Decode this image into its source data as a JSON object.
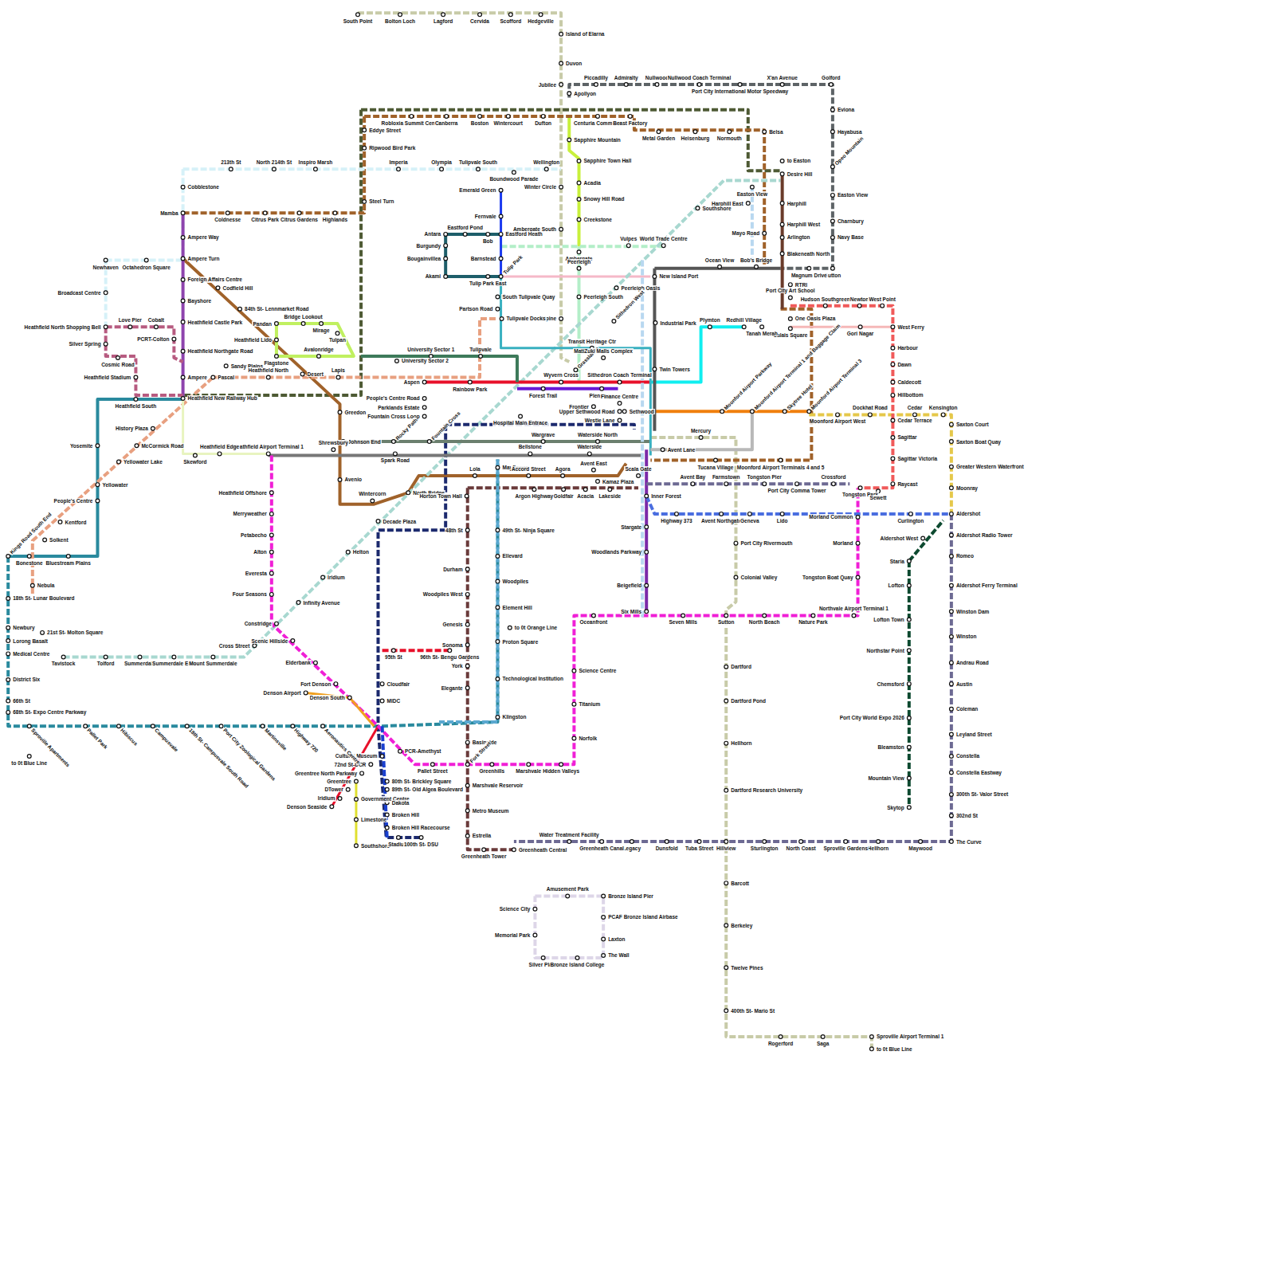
{
  "diagram": {
    "labels": [
      "South Point",
      "Bolton Loch",
      "Lagford",
      "Cervida",
      "Scofford",
      "Hedgeville",
      "Island of Elarna",
      "Duvon",
      "Jubilee",
      "Apollyon",
      "Piccadilly",
      "Admiralty",
      "Nullwood",
      "Nullwood Coach Terminal",
      "Port City International Motor Speedway",
      "X'an Avenue",
      "Golford",
      "Eviona",
      "Hayabusa",
      "Opeo Mountain",
      "Easton View",
      "Charnbury",
      "Navy Base",
      "Sutton",
      "Magnum Drive",
      "Robloxia Summit Centre",
      "Canberra",
      "Boston",
      "Wintercourt",
      "Dufton",
      "Centuria Commons",
      "Beast Factory",
      "Eddye Street",
      "Ripwood Bird Park",
      "Steel Turn",
      "Metal Garden",
      "Heisenburg",
      "Normouth",
      "Belsa",
      "Sapphire Mountain",
      "Sapphire Town Hall",
      "Acadia",
      "Snowy Hill Road",
      "Creekstone",
      "Ambergate",
      "Peerleigh",
      "Peerleigh South",
      "Peerleigh Oasis",
      "Winter Circle",
      "Ambergate South",
      "Alpine",
      "213th St",
      "North 214th St",
      "Inspiro Marsh",
      "Imperia",
      "Olympia",
      "Tulipvale South",
      "Boundwood Parade",
      "Wellington",
      "Cobblestone",
      "Mamba",
      "Ampere Way",
      "Ampere Turn",
      "Coldnesse",
      "Citrus Park",
      "Citrus Gardens",
      "Highlands",
      "Foreign Affairs Centre",
      "Codfield Hill",
      "Bayshore",
      "84th St- Lennmarket Road",
      "Heathfield Castle Park",
      "Heathfield Northgate Road",
      "Ampere",
      "Pascal",
      "Heathfield New Railway Hub",
      "Newhaven",
      "Octahedron Square",
      "Broadcast Centre",
      "Heathfield North Shopping Bell",
      "Love Pier",
      "Cobalt",
      "PCRT-Colton",
      "Silver Spring",
      "Cosmic Road",
      "Heathfield Stadium",
      "Heathfield South",
      "Bridge Lookout",
      "Pandan",
      "Mirage",
      "Heathfield Lido",
      "Tulpan",
      "Flagstone",
      "Avalonridge",
      "Sandy Plains",
      "Heathfield North",
      "Desert",
      "Lapis",
      "Greedon",
      "Johnson End",
      "Avenio",
      "Wintercorn",
      "North Bridge",
      "Decade Plaza",
      "University Sector 1",
      "University Sector 2",
      "Tulipvale",
      "Aspen",
      "People's Centre Road",
      "Parklands Estate",
      "Fountain Cross Loop",
      "Rocky Path",
      "Spark Road",
      "Fountain Cross",
      "Shrewsbury",
      "Heathfield Airport Terminal 1",
      "Skewford",
      "Heathfield Edge",
      "Rainbow Park",
      "Hospital Main Entrace",
      "Forest Trail",
      "Wyvern Cross",
      "Grasslands",
      "Plenstone",
      "Sithedron Coach Terminal",
      "Transit Heritage Ctr",
      "MatiZuki Malls Complex",
      "Eastford Pond",
      "Eastford Heath",
      "Antara",
      "Burgundy",
      "Bougainvillea",
      "Akami",
      "Tulip Park East",
      "Bob",
      "Emerald Green",
      "Fernvale",
      "Barnstead",
      "Tulip Park",
      "South Tulipvale Quay",
      "Partson Road",
      "Tulipvale Docks",
      "World Trade Centre",
      "Vulpes",
      "New Island Port",
      "Industrial Park",
      "Twin Towers",
      "Sithedron West",
      "Ocean View",
      "Bob's Bridge",
      "Easton View",
      "Harphill East",
      "Mayo Road",
      "to Easton",
      "Desire Hill",
      "Harphill",
      "Harphill West",
      "Arlington",
      "Blakeneath North",
      "RTRI",
      "Port City Art School",
      "Hudson Southgreen",
      "Newton",
      "West Point",
      "One Oasis Plaza",
      "Calais Square",
      "Tanah Merah",
      "Gori Nagar",
      "West Ferry",
      "Plymton",
      "Redhill Village",
      "Harbour",
      "Dawn",
      "Caldecott",
      "Hillbottom",
      "Cedar Terrace",
      "Sagittar",
      "Sagittar Victoria",
      "Raycast",
      "Dockhat Road",
      "Cedar",
      "Kensington",
      "Moonford Airport West",
      "Saxton Court",
      "Saxton Boat Quay",
      "Greater Western Waterfront",
      "Moonray",
      "Aldershot",
      "Moonford Airport Parkway",
      "Moonford Airport Terminal 1 and Baggage Claim",
      "Skytree Hotel",
      "Moonford Airport Terminal 3",
      "Moonford Airport Terminals 4 and 5",
      "Mercury",
      "Tucana Village",
      "Avent Lane",
      "Avent Bay",
      "Farmstown",
      "Tongston Pier",
      "Port City Comma Tower",
      "Crossford",
      "Tongston Park",
      "Sewett",
      "Inner Forest",
      "Highway 373",
      "Avent Northgate",
      "Geneva",
      "Lido",
      "Curlington",
      "Morland Common",
      "Morland",
      "Tongston Boat Quay",
      "Northvale Airport Terminal 1",
      "Nature Park",
      "North Beach",
      "Sutton",
      "Seven Mills",
      "Six Mills",
      "Oceanfront",
      "Beigefield",
      "Woodlands Parkway",
      "Stargate",
      "Port City Rivermouth",
      "Colonial Valley",
      "Aldershot West",
      "Aldershot Radio Tower",
      "Staria",
      "Romeo",
      "Lofton",
      "Aldershot Ferry Terminal",
      "Lofton Town",
      "Winston Dam",
      "Winston",
      "Northstar Point",
      "Andrau Road",
      "Chemsford",
      "Austin",
      "Coleman",
      "Port City World Expo 2026",
      "Leyland Street",
      "Bleamston",
      "Constella",
      "Constella Eastway",
      "Mountain View",
      "300th St- Valor Street",
      "Skytop",
      "302nd St",
      "The Curve",
      "Maywood",
      "Hellhorn",
      "Sproville Gardens",
      "North Coast",
      "Sturlington",
      "Hillview",
      "Tuba Street",
      "Dunsfold",
      "Legacy",
      "Greenheath Canal",
      "Water Treatment Facility",
      "Greenheath Central",
      "Greenheath Tower",
      "Dartford",
      "Dartford Pond",
      "Hellhorn",
      "Dartford Research University",
      "Barcott",
      "Berkeley",
      "Twelve Pines",
      "400th St- Mario St",
      "Rogerford",
      "Saga",
      "Sproville Airport Terminal 1",
      "to 0t Blue Line",
      "Mayflower",
      "Accord Street",
      "Agora",
      "Avent East",
      "Kamaz Plaza",
      "Scala Gate",
      "Lakeside",
      "Acacia",
      "Goldfair",
      "Argon Highway",
      "Lola",
      "Horton Town Hall",
      "Bellstone",
      "Wargrave",
      "Waterside North",
      "Waterside",
      "Finance Centre",
      "Frontier",
      "Upper Sethwood Road",
      "Sethwood",
      "Westie Lane",
      "48th St",
      "Durham",
      "Woodpiles West",
      "Genesis",
      "Sonoma",
      "York",
      "Elegante",
      "Basinside",
      "Fork Street",
      "Marshvale Reservoir",
      "Metro Museum",
      "Estrella",
      "49th St- Ninja Square",
      "Ellevard",
      "Woodpiles",
      "Element Hill",
      "to 0t Orange Line",
      "Proton Square",
      "Technological Institution",
      "Klingston",
      "Heathfield Offshore",
      "Merryweather",
      "Petabecho",
      "Alton",
      "Everesta",
      "Four Seasons",
      "Constridge",
      "Scenic Hillside",
      "Elderbank",
      "Fort Denson",
      "Denson Airport",
      "Denson South",
      "Infinity Avenue",
      "Iridium",
      "Helton",
      "Science Centre",
      "Titanium",
      "Norfolk",
      "Hidden Valleys",
      "Marshvale",
      "Greenhills",
      "Pallet Street",
      "PCR-Amethyst",
      "95th St",
      "96th St- Bengu Gardens",
      "Cloudfair",
      "MIDC",
      "Cultural Museum",
      "72nd St-DCR",
      "Greentree North Parkway",
      "Greentree",
      "DTower",
      "Iridium",
      "Denson Seaside",
      "Government Centre",
      "Limestone",
      "Southshore",
      "80th St- Brickley Square",
      "89th St- Old Algea Boulevard",
      "Dakota",
      "Broken Hill",
      "Broken Hill Racecourse",
      "Stadium",
      "100th St- DSU",
      "Kings Road South End",
      "Bonestone",
      "Solkent",
      "Kentford",
      "Yellowater Lake",
      "McCormick Road",
      "History Plaza",
      "Yosemite",
      "Yellowater",
      "People's Centre",
      "Bluestream Plains",
      "Nebula",
      "18th St- Lunar Boulevard",
      "Newbury",
      "Lorong Basalt",
      "Medical Centre",
      "District Six",
      "66th St",
      "68th St- Expo Centre Parkway",
      "21st St- Molton Square",
      "Tavistock",
      "Tolford",
      "Summerdale",
      "Summerdale East",
      "Mount Summerdale",
      "Cross Street",
      "Sproville Apartments",
      "to 0t Blue Line",
      "Pallet Park",
      "Hibiscus",
      "Campusvale",
      "18th St- Campusvale South Road",
      "Port City Zoological Gardens",
      "Martinsville",
      "Highway 720",
      "Aeronautics Centre",
      "Amusement Park",
      "Bronze Island Pier",
      "Science City",
      "PCAF Bronze Island Airbase",
      "Memorial Park",
      "Laxton",
      "The Wall",
      "Silver Plaza",
      "Bronze Island College",
      "Southshore"
    ]
  }
}
